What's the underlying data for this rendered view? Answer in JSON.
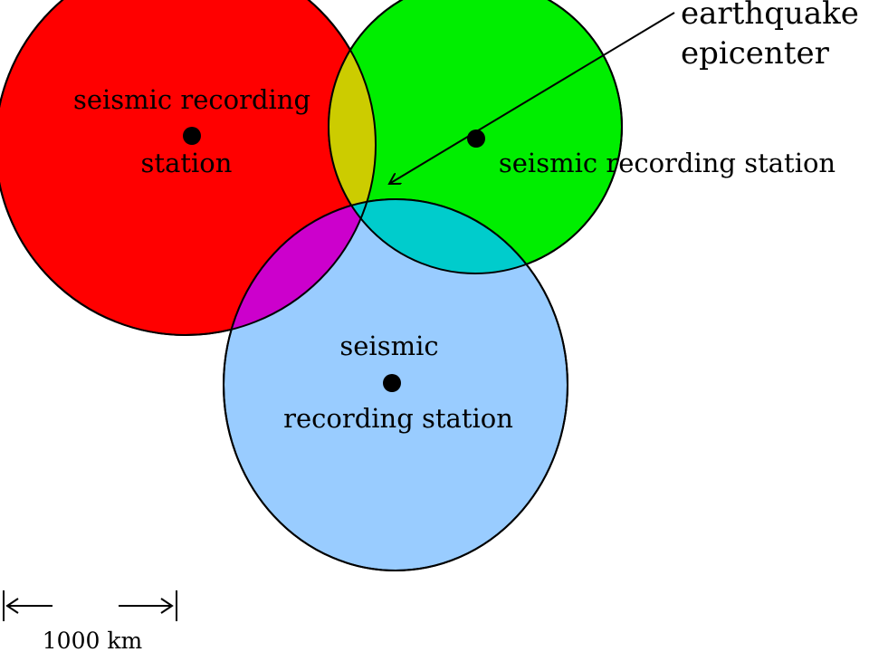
{
  "colors": {
    "station_1": "#ff0000",
    "station_2": "#00ee00",
    "station_3": "#99ccff",
    "overlap_1_2": "#cccc00",
    "overlap_1_3": "#cc00cc",
    "overlap_2_3": "#00cccc",
    "outline": "#000000"
  },
  "stations": [
    {
      "label_line1": "seismic recording",
      "label_line2": "station"
    },
    {
      "label": "seismic recording station"
    },
    {
      "label_line1": "seismic",
      "label_line2": "recording station"
    }
  ],
  "epicenter": {
    "label_line1": "earthquake",
    "label_line2": "epicenter"
  },
  "scale": {
    "label": "1000 km"
  }
}
